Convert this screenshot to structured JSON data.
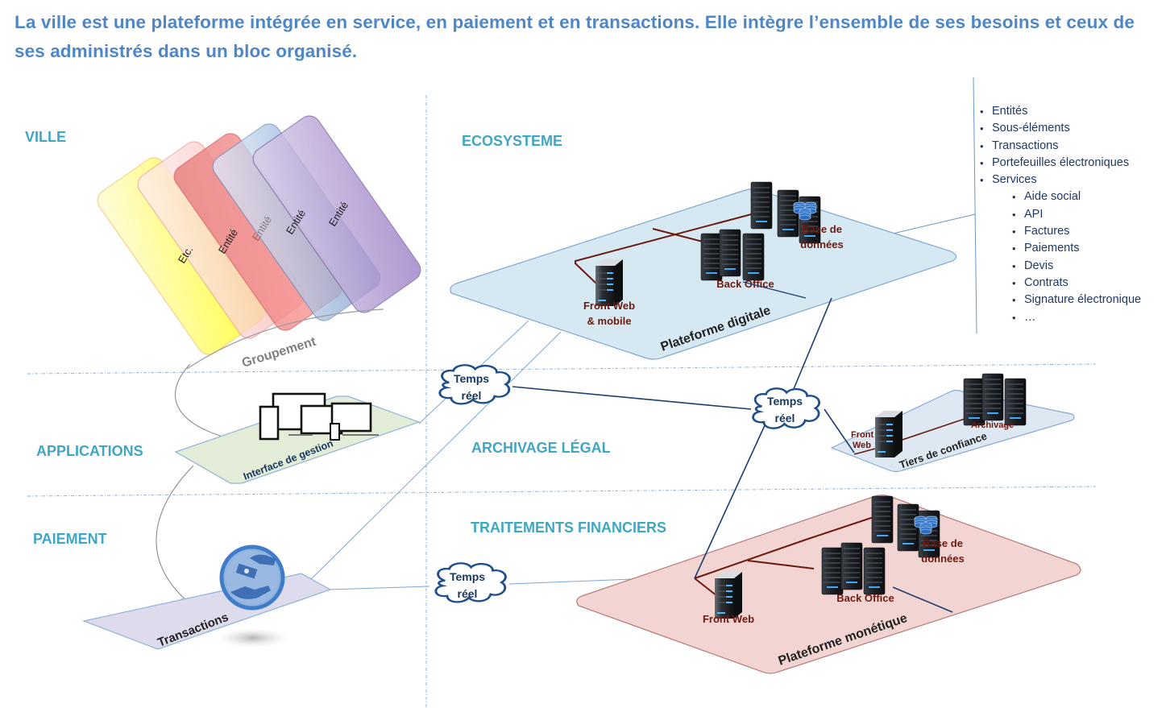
{
  "headline": "La ville est une plateforme intégrée en service, en paiement et en transactions. Elle intègre l’ensemble de ses besoins et ceux de ses administrés dans un bloc organisé.",
  "zones": {
    "ville": "VILLE",
    "applications": "APPLICATIONS",
    "paiement": "PAIEMENT",
    "ecosysteme": "ECOSYSTEME",
    "archivage_legal": "ARCHIVAGE LÉGAL",
    "traitements_financiers": "TRAITEMENTS FINANCIERS"
  },
  "ville": {
    "cards": [
      {
        "label": "Etc.",
        "color": "#fff27a"
      },
      {
        "label": "Entité",
        "color": "#f9c6c0"
      },
      {
        "label": "Entité",
        "color": "#ef7f7f"
      },
      {
        "label": "Entité",
        "color": "#c9d7f2"
      },
      {
        "label": "Entité",
        "color": "#b79fd6"
      }
    ],
    "group_label": "Groupement"
  },
  "applications": {
    "panel_label": "Interface de gestion",
    "icon": "devices-icon"
  },
  "paiement": {
    "panel_label": "Transactions",
    "icon": "hand-money-icon"
  },
  "clouds": [
    {
      "line1": "Temps",
      "line2": "réel"
    },
    {
      "line1": "Temps",
      "line2": "réel"
    },
    {
      "line1": "Temps",
      "line2": "réel"
    }
  ],
  "plateforme_digitale": {
    "label": "Plateforme digitale",
    "front": [
      "Front Web",
      "& mobile"
    ],
    "back": "Back Office",
    "db": [
      "Base de",
      "données"
    ],
    "color": "#d6e9f2"
  },
  "tiers_confiance": {
    "label": "Tiers de confiance",
    "front": [
      "Front",
      "Web"
    ],
    "archive": "Archivage",
    "color": "#dde8f3"
  },
  "plateforme_monetique": {
    "label": "Plateforme monétique",
    "front": "Front Web",
    "back": "Back Office",
    "db": [
      "Base de",
      "données"
    ],
    "color": "#f2d5d3"
  },
  "feature_list": {
    "items": [
      "Entités",
      "Sous-éléments",
      "Transactions",
      "Portefeuilles électroniques",
      "Services"
    ],
    "services": [
      "Aide social",
      "API",
      "Factures",
      "Paiements",
      "Devis",
      "Contrats",
      "Signature électronique",
      "…"
    ]
  }
}
